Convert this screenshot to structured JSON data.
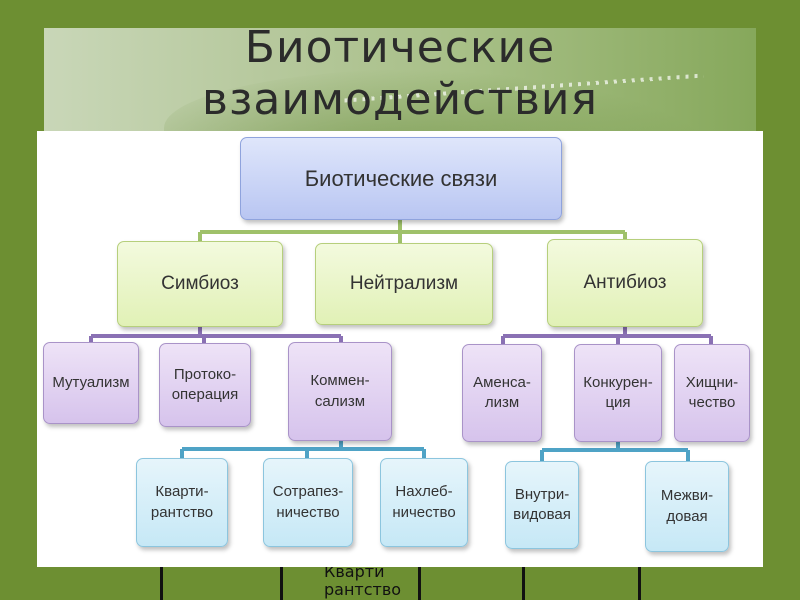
{
  "slide": {
    "title_line1": "Биотические",
    "title_line2": "взаимодействия"
  },
  "diagram": {
    "root": "Биотические связи",
    "level1": [
      "Симбиоз",
      "Нейтрализм",
      "Антибиоз"
    ],
    "symbiosis_children": [
      "Мутуализм",
      "Протоко-\nоперация",
      "Коммен-\nсализм"
    ],
    "antibiosis_children": [
      "Аменса-\nлизм",
      "Конкурен-\nция",
      "Хищни-\nчество"
    ],
    "commensalism_children": [
      "Кварти-\nрантство",
      "Сотрапез-\nничество",
      "Нахлеб-\nничество"
    ],
    "competition_children": [
      "Внутри-\nвидовая",
      "Межви-\nдовая"
    ]
  },
  "background_table": {
    "partial_text": "Кварти\nрантство"
  },
  "colors": {
    "background": "#6d8f32",
    "root_box": "#b9c6f2",
    "level1_box": "#e1f1b6",
    "level2_box": "#d6c3ec",
    "level3_box": "#c6e8f6",
    "connector_level1": "#9fc16a",
    "connector_level2": "#8a71b4",
    "connector_level3": "#4fa3c6"
  }
}
